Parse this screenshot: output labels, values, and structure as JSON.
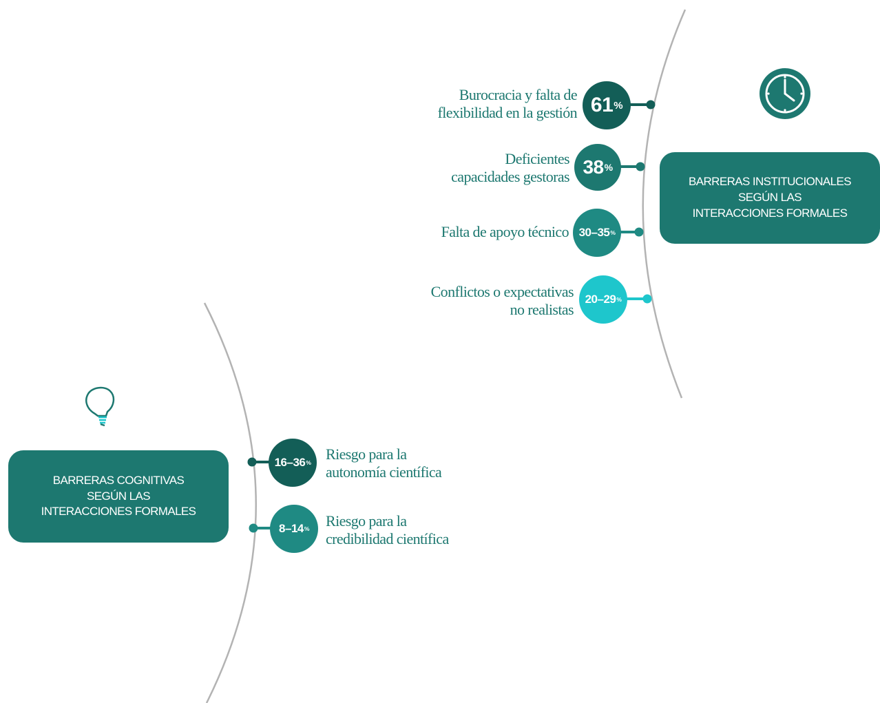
{
  "colors": {
    "teal_dark": "#135e57",
    "teal": "#1d7870",
    "teal_mid": "#1f8a83",
    "teal_light": "#1ec6cc",
    "arc": "#b3b3b3"
  },
  "institutional": {
    "icon": "clock-icon",
    "title_lines": [
      "Barreras institucionales",
      "según las",
      "interacciones formales"
    ],
    "items": [
      {
        "value": "61",
        "unit": "%",
        "label_lines": [
          "Burocracia y falta de",
          "flexibilidad en la gestión"
        ]
      },
      {
        "value": "38",
        "unit": "%",
        "label_lines": [
          "Deficientes",
          "capacidades gestoras"
        ]
      },
      {
        "value": "30–35",
        "unit": "%",
        "label_lines": [
          "Falta de apoyo técnico"
        ]
      },
      {
        "value": "20–29",
        "unit": "%",
        "label_lines": [
          "Conflictos o expectativas",
          "no realistas"
        ]
      }
    ]
  },
  "cognitive": {
    "icon": "lightbulb-icon",
    "title_lines": [
      "Barreras cognitivas",
      "según las",
      "interacciones formales"
    ],
    "items": [
      {
        "value": "16–36",
        "unit": "%",
        "label_lines": [
          "Riesgo para la",
          "autonomía científica"
        ]
      },
      {
        "value": "8–14",
        "unit": "%",
        "label_lines": [
          "Riesgo para la",
          "credibilidad científica"
        ]
      }
    ]
  }
}
